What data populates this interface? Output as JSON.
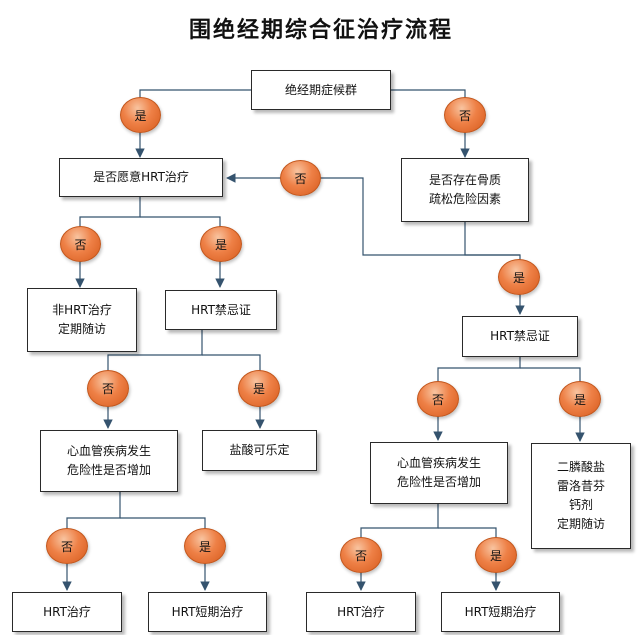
{
  "title": "围绝经期综合征治疗流程",
  "colors": {
    "line": "#35536e",
    "oval": "#ee8046",
    "box_border": "#2a2a2a"
  },
  "nodes": {
    "root": "绝经期症候群",
    "willing_hrt": "是否愿意HRT治疗",
    "osteo_risk": "是否存在骨质\n疏松危险因素",
    "non_hrt": "非HRT治疗\n定期随访",
    "hrt_contra_left": "HRT禁忌证",
    "hrt_contra_right": "HRT禁忌证",
    "cvd_left": "心血管疾病发生\n危险性是否增加",
    "clonidine": "盐酸可乐定",
    "cvd_right": "心血管疾病发生\n危险性是否增加",
    "bisphos": "二膦酸盐\n雷洛昔芬\n钙剂\n定期随访",
    "hrt_ll": "HRT治疗",
    "hrt_short_l": "HRT短期治疗",
    "hrt_rl": "HRT治疗",
    "hrt_short_r": "HRT短期治疗"
  },
  "decisions": {
    "yes": "是",
    "no": "否"
  }
}
